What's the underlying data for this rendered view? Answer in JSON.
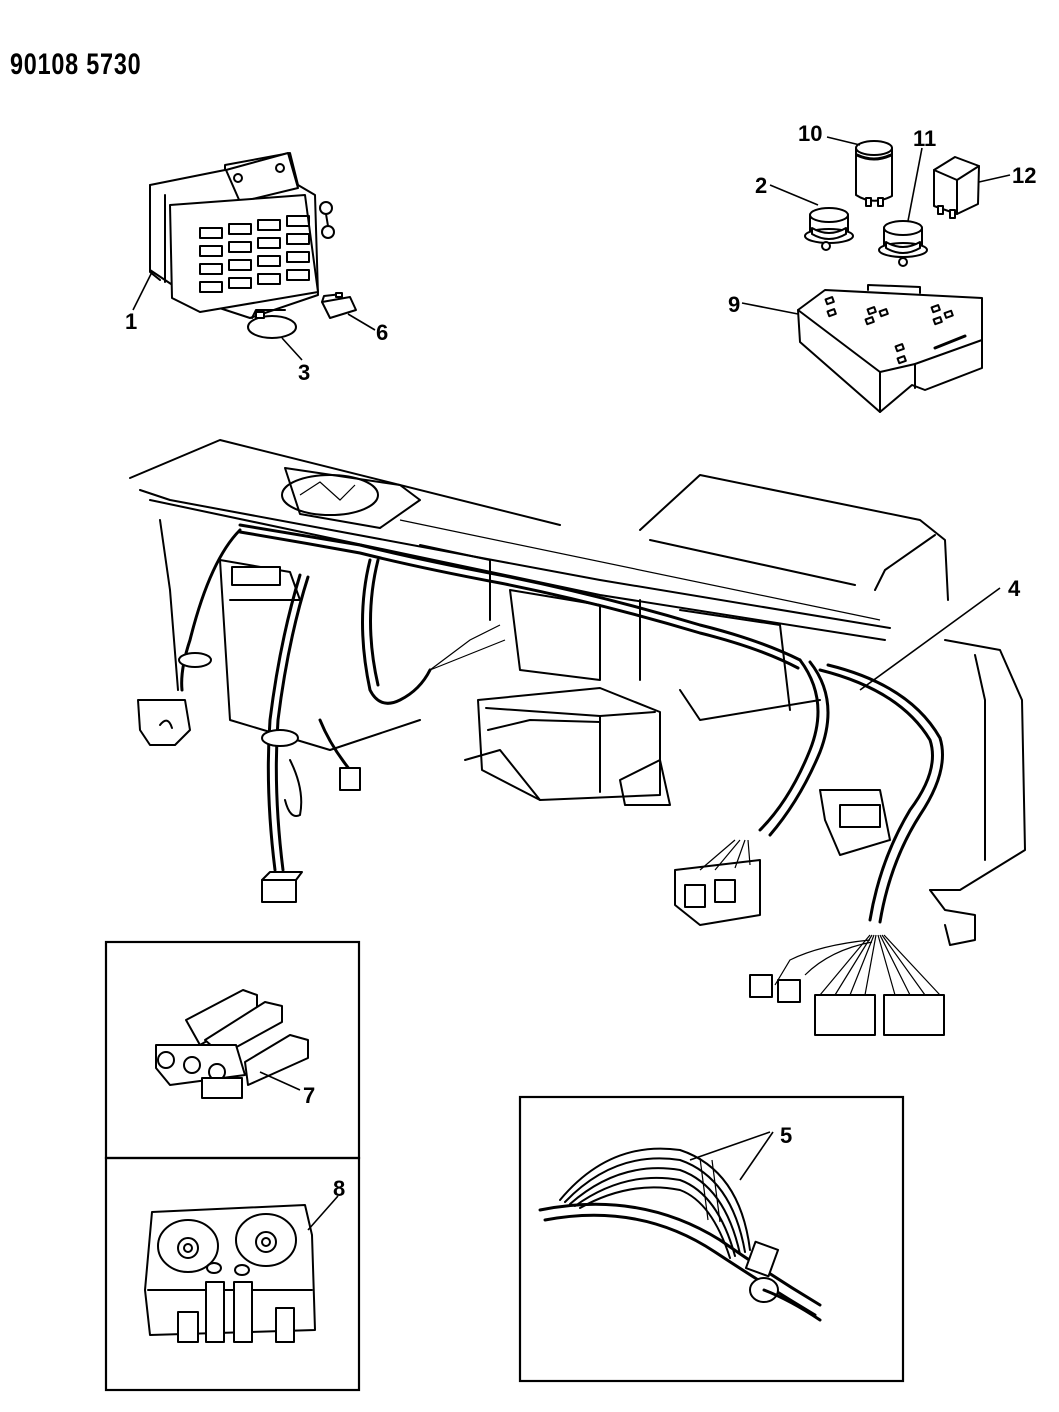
{
  "document": {
    "id": "90108 5730",
    "type": "exploded parts diagram",
    "subject": "instrument panel wiring harness"
  },
  "callouts": [
    {
      "number": "1",
      "part": "relay / fuse block (gridded module)"
    },
    {
      "number": "2",
      "part": "round relay (flanged base)"
    },
    {
      "number": "3",
      "part": "small oval connector"
    },
    {
      "number": "4",
      "part": "instrument panel wiring harness"
    },
    {
      "number": "5",
      "part": "harness wire bundle with clips (detail)"
    },
    {
      "number": "6",
      "part": "small rectangular connector"
    },
    {
      "number": "7",
      "part": "triple connector (detail)"
    },
    {
      "number": "8",
      "part": "dual-terminal module (detail)"
    },
    {
      "number": "9",
      "part": "junction block"
    },
    {
      "number": "10",
      "part": "cylindrical flasher"
    },
    {
      "number": "11",
      "part": "round relay (flanged base)"
    },
    {
      "number": "12",
      "part": "square relay"
    }
  ],
  "insets": [
    {
      "id": "detail-7",
      "callout": "7"
    },
    {
      "id": "detail-8",
      "callout": "8"
    },
    {
      "id": "detail-5",
      "callout": "5"
    }
  ]
}
